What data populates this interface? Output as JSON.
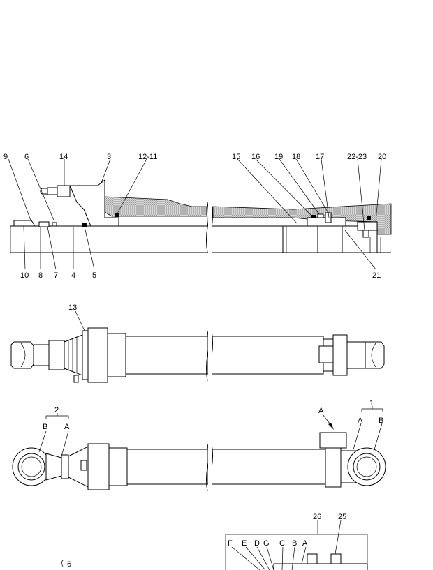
{
  "section_view": {
    "top_labels": [
      "9",
      "6",
      "14",
      "3",
      "12-11",
      "15",
      "16",
      "19",
      "18",
      "17",
      "22-23",
      "20"
    ],
    "bottom_labels": [
      "10",
      "8",
      "7",
      "4",
      "5",
      "21"
    ]
  },
  "assembly_view": {
    "label": "13"
  },
  "external_view": {
    "left_group": {
      "number": "2",
      "sub": [
        "B",
        "A"
      ]
    },
    "right_group": {
      "number": "1",
      "sub": [
        "A",
        "B"
      ]
    },
    "port_label": "A"
  },
  "detail_view": {
    "labels": [
      "26",
      "25",
      "F",
      "E",
      "D",
      "G",
      "C",
      "B",
      "A"
    ]
  },
  "footer_label": "6"
}
